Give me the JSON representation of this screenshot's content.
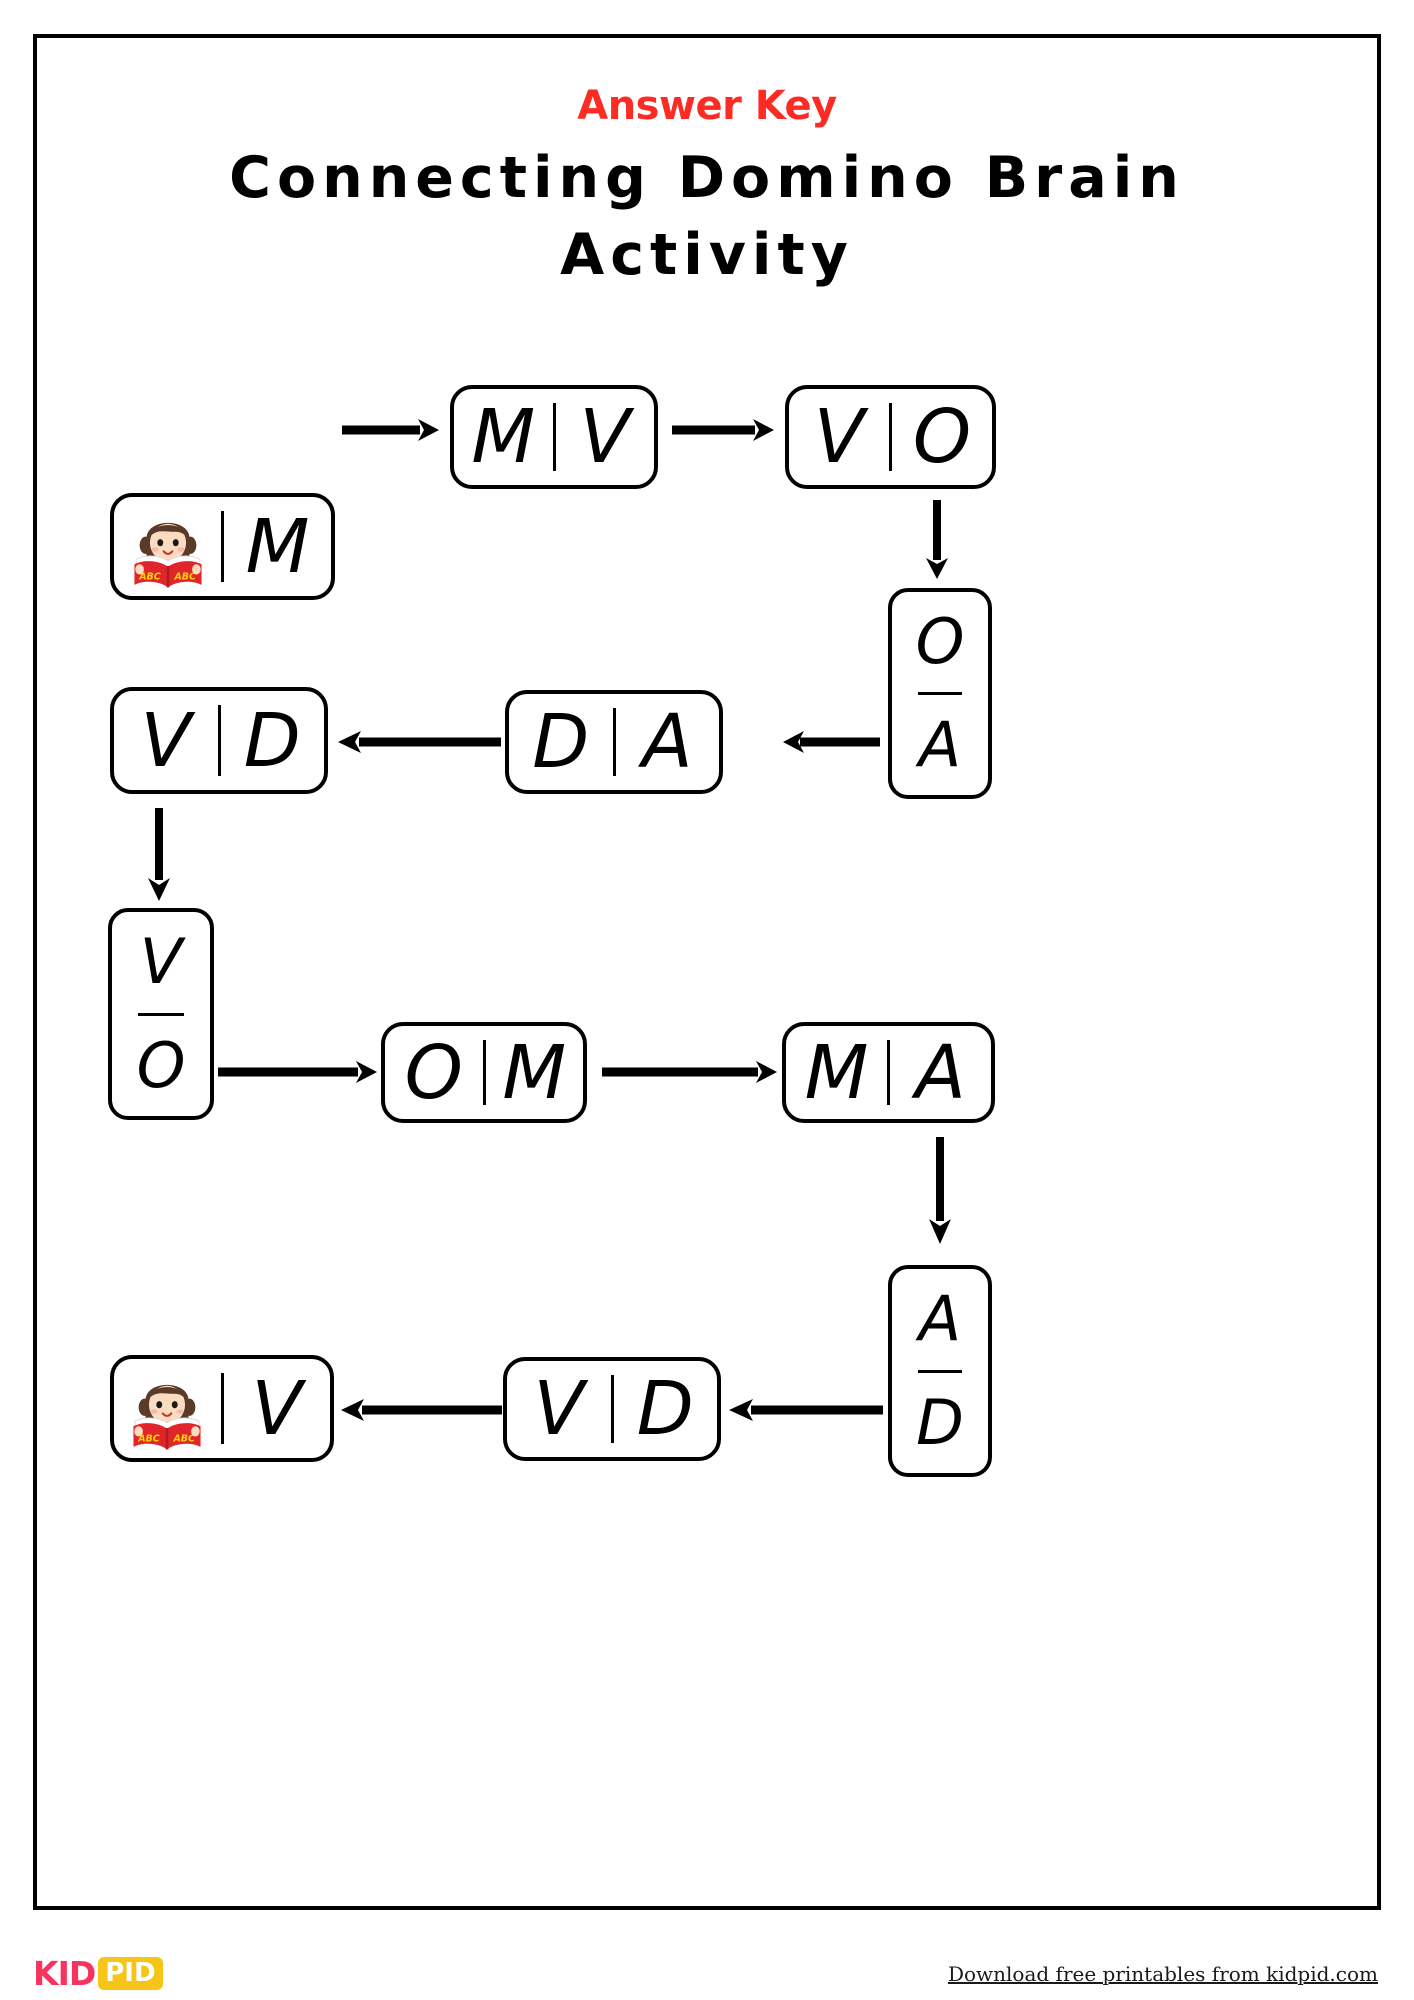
{
  "meta": {
    "answer_key_label": "Answer Key",
    "title": "Connecting Domino Brain Activity",
    "accent_red": "#fc2b24",
    "ink": "#000000",
    "page_bg": "#ffffff"
  },
  "footer": {
    "logo_part1": "KID",
    "logo_part2": "PID",
    "logo_color_1": "#f7345e",
    "logo_color_2": "#f5c518",
    "note": "Download free printables from kidpid.com"
  },
  "icons": {
    "reader": "girl-reading-abc-book-icon",
    "arrow_right": "arrow-right-icon",
    "arrow_left": "arrow-left-icon",
    "arrow_down": "arrow-down-icon"
  },
  "chain": {
    "description": "Domino chain answer key, read start to finish",
    "dominoes": [
      {
        "id": "d1",
        "orientation": "horizontal",
        "left": "reader-icon",
        "right": "M",
        "row": 1
      },
      {
        "id": "d2",
        "orientation": "horizontal",
        "left": "M",
        "right": "V",
        "row": 1
      },
      {
        "id": "d3",
        "orientation": "horizontal",
        "left": "V",
        "right": "O",
        "row": 1
      },
      {
        "id": "d4",
        "orientation": "vertical",
        "top": "O",
        "bottom": "A",
        "row": 2
      },
      {
        "id": "d5",
        "orientation": "horizontal",
        "left": "D",
        "right": "A",
        "row": 2
      },
      {
        "id": "d6",
        "orientation": "horizontal",
        "left": "V",
        "right": "D",
        "row": 2
      },
      {
        "id": "d7",
        "orientation": "vertical",
        "top": "V",
        "bottom": "O",
        "row": 3
      },
      {
        "id": "d8",
        "orientation": "horizontal",
        "left": "O",
        "right": "M",
        "row": 3
      },
      {
        "id": "d9",
        "orientation": "horizontal",
        "left": "M",
        "right": "A",
        "row": 3
      },
      {
        "id": "d10",
        "orientation": "vertical",
        "top": "A",
        "bottom": "D",
        "row": 4
      },
      {
        "id": "d11",
        "orientation": "horizontal",
        "left": "V",
        "right": "D",
        "row": 4
      },
      {
        "id": "d12",
        "orientation": "horizontal",
        "left": "reader-icon",
        "right": "V",
        "row": 4
      }
    ],
    "arrows": [
      {
        "id": "a1",
        "direction": "right",
        "from": "d1",
        "to": "d2"
      },
      {
        "id": "a2",
        "direction": "right",
        "from": "d2",
        "to": "d3"
      },
      {
        "id": "a3",
        "direction": "down",
        "from": "d3",
        "to": "d4"
      },
      {
        "id": "a4",
        "direction": "left",
        "from": "d4",
        "to": "d5"
      },
      {
        "id": "a5",
        "direction": "left",
        "from": "d5",
        "to": "d6"
      },
      {
        "id": "a6",
        "direction": "down",
        "from": "d6",
        "to": "d7"
      },
      {
        "id": "a7",
        "direction": "right",
        "from": "d7",
        "to": "d8"
      },
      {
        "id": "a8",
        "direction": "right",
        "from": "d8",
        "to": "d9"
      },
      {
        "id": "a9",
        "direction": "down",
        "from": "d9",
        "to": "d10"
      },
      {
        "id": "a10",
        "direction": "left",
        "from": "d10",
        "to": "d11"
      },
      {
        "id": "a11",
        "direction": "left",
        "from": "d11",
        "to": "d12"
      }
    ]
  }
}
